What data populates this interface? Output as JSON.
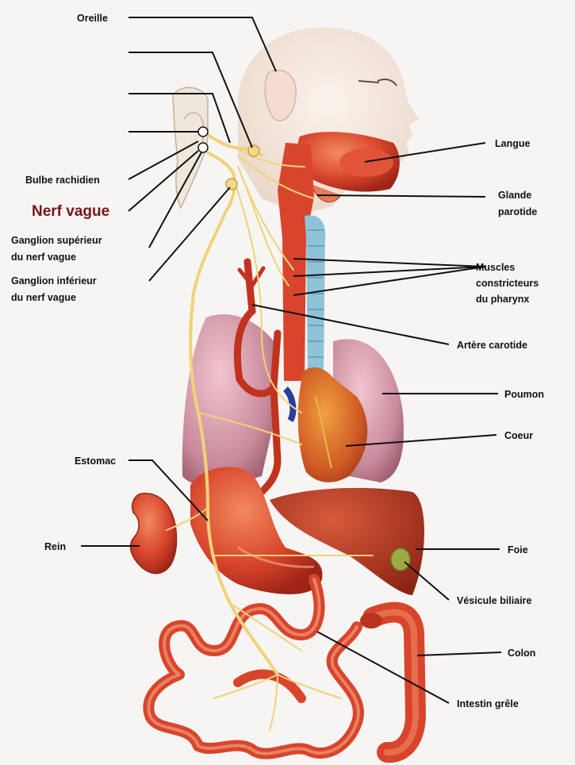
{
  "labels": {
    "oreille": "Oreille",
    "bulbe": "Bulbe rachidien",
    "nerf_vague": "Nerf vague",
    "ganglion_sup_1": "Ganglion supérieur",
    "ganglion_sup_2": "du nerf vague",
    "ganglion_inf_1": "Ganglion inférieur",
    "ganglion_inf_2": "du nerf vague",
    "estomac": "Estomac",
    "rein": "Rein",
    "langue": "Langue",
    "glande_1": "Glande",
    "glande_2": "parotide",
    "muscles_1": "Muscles",
    "muscles_2": "constricteurs",
    "muscles_3": "du pharynx",
    "artere": "Artère carotide",
    "poumon": "Poumon",
    "coeur": "Coeur",
    "foie": "Foie",
    "vesicule": "Vésicule biliaire",
    "colon": "Colon",
    "intestin": "Intestin grêle"
  },
  "colors": {
    "nerve": "#f0d27a",
    "organ_red": "#d8452c",
    "lung": "#c98a9c",
    "skin": "#efe1d6",
    "trachea": "#8fc3d8",
    "label_emphasis": "#7a1418"
  }
}
